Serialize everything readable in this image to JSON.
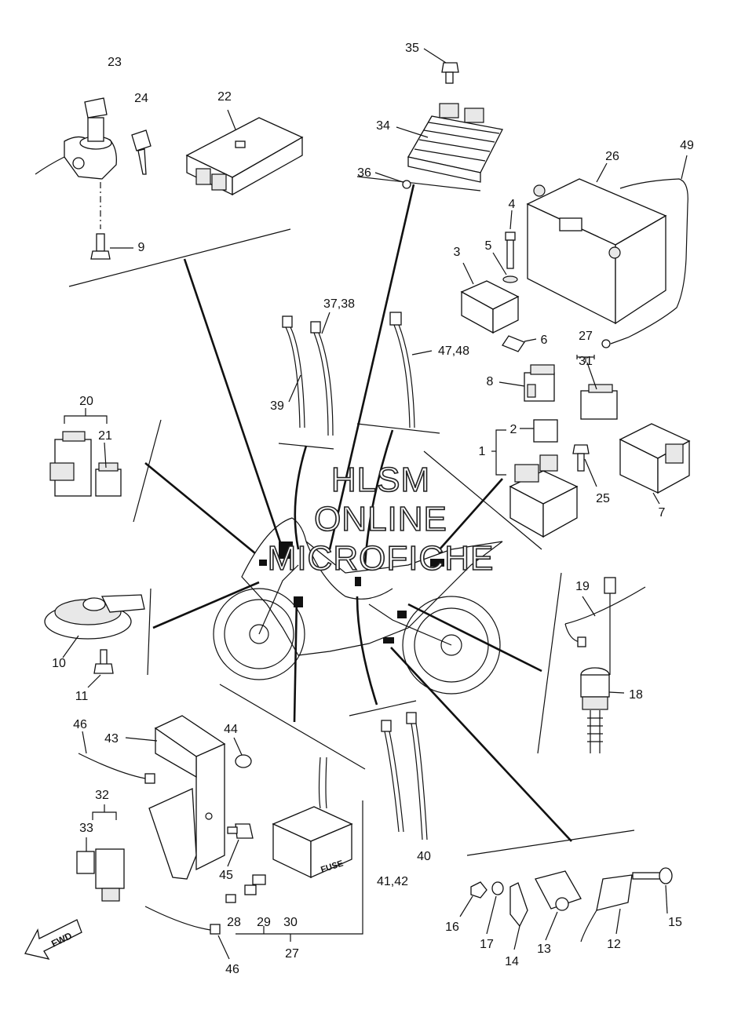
{
  "watermark": {
    "line1": "HLSM",
    "line2": "ONLINE",
    "line3": "MICROFICHE"
  },
  "fuse_box_text": "FUSE",
  "fwd_arrow_text": "FWD",
  "callouts": [
    {
      "id": "c1",
      "text": "1"
    },
    {
      "id": "c2",
      "text": "2"
    },
    {
      "id": "c3",
      "text": "3"
    },
    {
      "id": "c4",
      "text": "4"
    },
    {
      "id": "c5",
      "text": "5"
    },
    {
      "id": "c6",
      "text": "6"
    },
    {
      "id": "c7",
      "text": "7"
    },
    {
      "id": "c8",
      "text": "8"
    },
    {
      "id": "c9",
      "text": "9"
    },
    {
      "id": "c10",
      "text": "10"
    },
    {
      "id": "c11",
      "text": "11"
    },
    {
      "id": "c12",
      "text": "12"
    },
    {
      "id": "c13",
      "text": "13"
    },
    {
      "id": "c14",
      "text": "14"
    },
    {
      "id": "c15",
      "text": "15"
    },
    {
      "id": "c16",
      "text": "16"
    },
    {
      "id": "c17",
      "text": "17"
    },
    {
      "id": "c18",
      "text": "18"
    },
    {
      "id": "c19",
      "text": "19"
    },
    {
      "id": "c20",
      "text": "20"
    },
    {
      "id": "c21",
      "text": "21"
    },
    {
      "id": "c22",
      "text": "22"
    },
    {
      "id": "c23",
      "text": "23"
    },
    {
      "id": "c24",
      "text": "24"
    },
    {
      "id": "c25",
      "text": "25"
    },
    {
      "id": "c26",
      "text": "26"
    },
    {
      "id": "c27a",
      "text": "27"
    },
    {
      "id": "c27b",
      "text": "27"
    },
    {
      "id": "c28",
      "text": "28"
    },
    {
      "id": "c29",
      "text": "29"
    },
    {
      "id": "c30",
      "text": "30"
    },
    {
      "id": "c31",
      "text": "31"
    },
    {
      "id": "c32",
      "text": "32"
    },
    {
      "id": "c33",
      "text": "33"
    },
    {
      "id": "c34",
      "text": "34"
    },
    {
      "id": "c35",
      "text": "35"
    },
    {
      "id": "c36",
      "text": "36"
    },
    {
      "id": "c3738",
      "text": "37,38"
    },
    {
      "id": "c39",
      "text": "39"
    },
    {
      "id": "c40",
      "text": "40"
    },
    {
      "id": "c4142",
      "text": "41,42"
    },
    {
      "id": "c43",
      "text": "43"
    },
    {
      "id": "c44",
      "text": "44"
    },
    {
      "id": "c45",
      "text": "45"
    },
    {
      "id": "c46a",
      "text": "46"
    },
    {
      "id": "c46b",
      "text": "46"
    },
    {
      "id": "c4748",
      "text": "47,48"
    },
    {
      "id": "c49",
      "text": "49"
    }
  ],
  "colors": {
    "line": "#111111",
    "background": "#ffffff",
    "part_shade": "#e8e8e8"
  }
}
